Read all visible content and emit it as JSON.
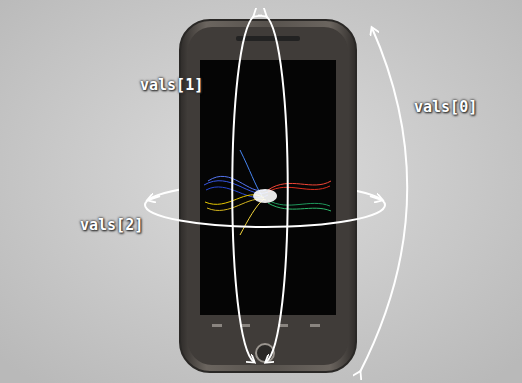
{
  "diagram": {
    "labels": [
      "vals[1]",
      "vals[0]",
      "vals[2]"
    ]
  }
}
